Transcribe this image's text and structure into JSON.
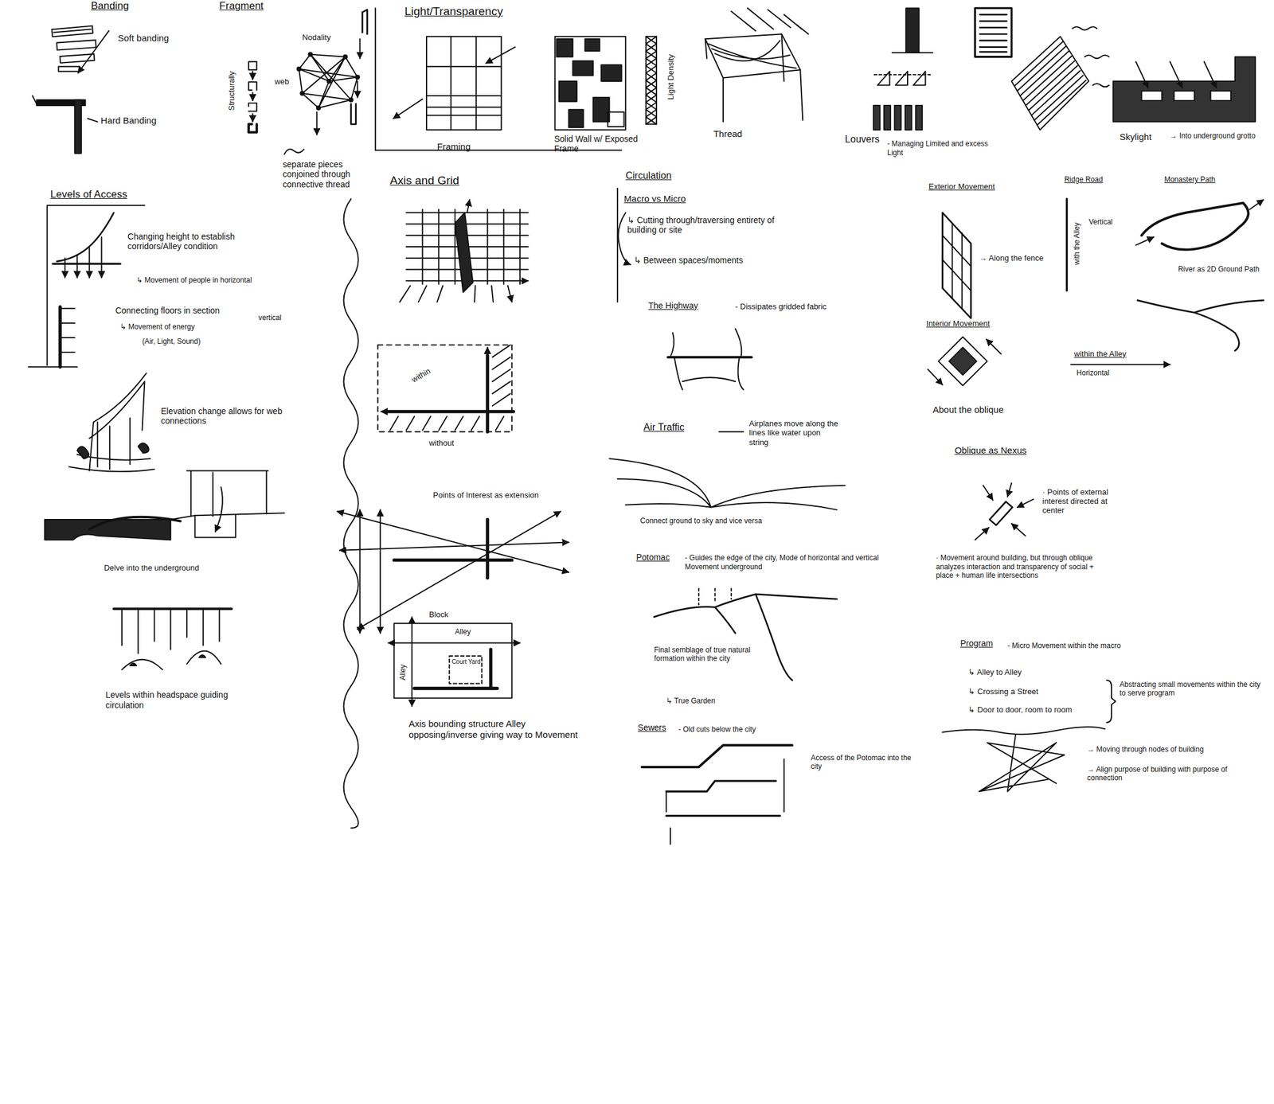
{
  "diagram": {
    "labels": [
      "Banding",
      "Soft banding",
      "Hard Banding",
      "Fragment",
      "Nodality",
      "web",
      "Structurally",
      "separate pieces conjoined through connective thread",
      "Light/Transparency",
      "Framing",
      "Solid Wall w/ Exposed Frame",
      "Light Density",
      "Thread",
      "Louvers",
      "- Managing Limited and excess Light",
      "Skylight",
      "→ Into underground grotto",
      "Levels of Access",
      "Changing height to establish corridors/Alley condition",
      "↳ Movement of people in horizontal",
      "Connecting floors in section",
      "↳ Movement of energy",
      "vertical",
      "(Air, Light, Sound)",
      "Elevation change allows for web connections",
      "Delve into the underground",
      "Levels within headspace guiding circulation",
      "Axis and Grid",
      "within",
      "without",
      "Points of Interest as extension",
      "Block",
      "Alley",
      "Alley",
      "Court Yard",
      "Axis bounding structure Alley opposing/inverse giving way to Movement",
      "Circulation",
      "Macro vs Micro",
      "↳ Cutting through/traversing entirety of building or site",
      "↳ Between spaces/moments",
      "The Highway",
      "- Dissipates gridded fabric",
      "Air Traffic",
      "Airplanes move along the lines like water upon string",
      "Connect ground to sky and vice versa",
      "Potomac",
      "- Guides the edge of the city, Mode of horizontal and vertical Movement underground",
      "Final semblage of true natural formation within the city",
      "↳ True Garden",
      "Sewers",
      "- Old cuts below the city",
      "Access of the Potomac into the city",
      "Exterior Movement",
      "→ Along the fence",
      "Ridge Road",
      "with the Alley",
      "Vertical",
      "Monastery Path",
      "River as 2D Ground Path",
      "Interior Movement",
      "About the oblique",
      "within the Alley",
      "Horizontal",
      "Oblique as Nexus",
      "· Points of external interest directed at center",
      "· Movement around building, but through oblique analyzes interaction and transparency of social + place + human life intersections",
      "Program",
      "- Micro Movement within the macro",
      "↳ Alley to Alley",
      "↳ Crossing a Street",
      "↳ Door to door, room to room",
      "Abstracting small movements within the city to serve program",
      "→ Moving through nodes of building",
      "→ Align purpose of building with purpose of connection"
    ]
  }
}
